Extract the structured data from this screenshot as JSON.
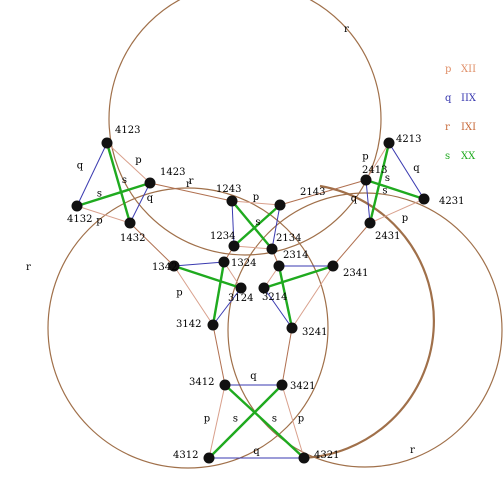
{
  "colors": {
    "p": "#d9a08c",
    "q": "#3a3ab0",
    "r": "#b07050",
    "s": "#1faa1f",
    "circle": "#a0704a",
    "node": "#111111"
  },
  "legend": [
    {
      "gen": "p",
      "perm": "XII",
      "color": "#e0906a"
    },
    {
      "gen": "q",
      "perm": "IIX",
      "color": "#3a3ab0"
    },
    {
      "gen": "r",
      "perm": "IXI",
      "color": "#c86a3a"
    },
    {
      "gen": "s",
      "perm": "XX",
      "color": "#1faa1f"
    }
  ],
  "arc_labels": [
    {
      "id": "r-top",
      "text": "r"
    },
    {
      "id": "r-left",
      "text": "r"
    },
    {
      "id": "r-bottom",
      "text": "r"
    },
    {
      "id": "r-mid1",
      "text": "r"
    },
    {
      "id": "r-mid2",
      "text": "r"
    }
  ],
  "nodes": [
    {
      "id": "4123",
      "label": "4123"
    },
    {
      "id": "1423",
      "label": "1423"
    },
    {
      "id": "4132",
      "label": "4132"
    },
    {
      "id": "1432",
      "label": "1432"
    },
    {
      "id": "4213",
      "label": "4213"
    },
    {
      "id": "2413",
      "label": "2413"
    },
    {
      "id": "4231",
      "label": "4231"
    },
    {
      "id": "2431",
      "label": "2431"
    },
    {
      "id": "1243",
      "label": "1243"
    },
    {
      "id": "2143",
      "label": "2143"
    },
    {
      "id": "1234",
      "label": "1234"
    },
    {
      "id": "2134",
      "label": "2134"
    },
    {
      "id": "1342",
      "label": "1342"
    },
    {
      "id": "1324",
      "label": "1324"
    },
    {
      "id": "3124",
      "label": "3124"
    },
    {
      "id": "3142",
      "label": "3142"
    },
    {
      "id": "2314",
      "label": "2314"
    },
    {
      "id": "2341",
      "label": "2341"
    },
    {
      "id": "3214",
      "label": "3214"
    },
    {
      "id": "3241",
      "label": "3241"
    },
    {
      "id": "3412",
      "label": "3412"
    },
    {
      "id": "3421",
      "label": "3421"
    },
    {
      "id": "4312",
      "label": "4312"
    },
    {
      "id": "4321",
      "label": "4321"
    }
  ],
  "edges": [
    {
      "a": "4123",
      "b": "1423",
      "gen": "p",
      "label": "p"
    },
    {
      "a": "4123",
      "b": "4132",
      "gen": "q",
      "label": "q"
    },
    {
      "a": "1423",
      "b": "1432",
      "gen": "q",
      "label": "q"
    },
    {
      "a": "4132",
      "b": "1432",
      "gen": "p",
      "label": "p"
    },
    {
      "a": "4123",
      "b": "1432",
      "gen": "s",
      "label": "s"
    },
    {
      "a": "1423",
      "b": "4132",
      "gen": "s",
      "label": "s"
    },
    {
      "a": "4213",
      "b": "2413",
      "gen": "p",
      "label": "p"
    },
    {
      "a": "4213",
      "b": "4231",
      "gen": "q",
      "label": "q"
    },
    {
      "a": "2413",
      "b": "2431",
      "gen": "q",
      "label": "q"
    },
    {
      "a": "2431",
      "b": "4231",
      "gen": "p",
      "label": "p"
    },
    {
      "a": "4213",
      "b": "2431",
      "gen": "s",
      "label": "s"
    },
    {
      "a": "2413",
      "b": "4231",
      "gen": "s",
      "label": "s"
    },
    {
      "a": "1243",
      "b": "2143",
      "gen": "p",
      "label": "p"
    },
    {
      "a": "1243",
      "b": "1234",
      "gen": "q",
      "label": ""
    },
    {
      "a": "2143",
      "b": "2134",
      "gen": "q",
      "label": ""
    },
    {
      "a": "1234",
      "b": "2134",
      "gen": "p",
      "label": ""
    },
    {
      "a": "1243",
      "b": "2134",
      "gen": "s",
      "label": "s"
    },
    {
      "a": "2143",
      "b": "1234",
      "gen": "s",
      "label": ""
    },
    {
      "a": "1342",
      "b": "1324",
      "gen": "q",
      "label": ""
    },
    {
      "a": "1324",
      "b": "3124",
      "gen": "p",
      "label": ""
    },
    {
      "a": "1342",
      "b": "3142",
      "gen": "p",
      "label": "p"
    },
    {
      "a": "3124",
      "b": "3142",
      "gen": "q",
      "label": ""
    },
    {
      "a": "1342",
      "b": "3124",
      "gen": "s",
      "label": ""
    },
    {
      "a": "1324",
      "b": "3142",
      "gen": "s",
      "label": ""
    },
    {
      "a": "2314",
      "b": "2341",
      "gen": "q",
      "label": ""
    },
    {
      "a": "2314",
      "b": "3214",
      "gen": "p",
      "label": ""
    },
    {
      "a": "2341",
      "b": "3241",
      "gen": "p",
      "label": ""
    },
    {
      "a": "3214",
      "b": "3241",
      "gen": "q",
      "label": ""
    },
    {
      "a": "2314",
      "b": "3241",
      "gen": "s",
      "label": ""
    },
    {
      "a": "2341",
      "b": "3214",
      "gen": "s",
      "label": ""
    },
    {
      "a": "3412",
      "b": "3421",
      "gen": "q",
      "label": "q"
    },
    {
      "a": "4312",
      "b": "4321",
      "gen": "q",
      "label": "q"
    },
    {
      "a": "3412",
      "b": "4312",
      "gen": "p",
      "label": "p"
    },
    {
      "a": "3421",
      "b": "4321",
      "gen": "p",
      "label": "p"
    },
    {
      "a": "3412",
      "b": "4321",
      "gen": "s",
      "label": "s"
    },
    {
      "a": "3421",
      "b": "4312",
      "gen": "s",
      "label": "s"
    },
    {
      "a": "1423",
      "b": "1243",
      "gen": "r",
      "label": "r"
    },
    {
      "a": "2143",
      "b": "2413",
      "gen": "r",
      "label": ""
    },
    {
      "a": "1432",
      "b": "1342",
      "gen": "r",
      "label": ""
    },
    {
      "a": "2431",
      "b": "2341",
      "gen": "r",
      "label": ""
    },
    {
      "a": "1234",
      "b": "1324",
      "gen": "r",
      "label": ""
    },
    {
      "a": "2134",
      "b": "2314",
      "gen": "r",
      "label": ""
    },
    {
      "a": "3142",
      "b": "3412",
      "gen": "r",
      "label": ""
    },
    {
      "a": "3241",
      "b": "3421",
      "gen": "r",
      "label": ""
    }
  ]
}
